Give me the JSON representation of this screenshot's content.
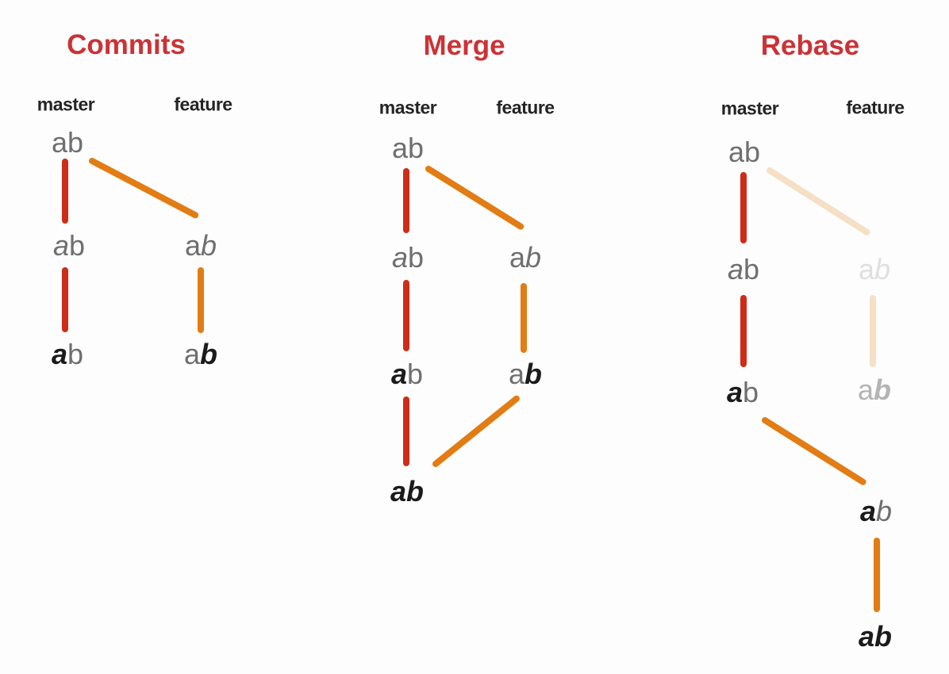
{
  "colors": {
    "title_red": "#cb3236",
    "line_red": "#cf2c18",
    "line_orange": "#e27c13",
    "line_faded": "#f5e0c6",
    "letter_gray": "#6f6f6f",
    "letter_black": "#1b1b1b",
    "faded_light": "#dfdfdf",
    "faded_mid": "#b4b4b4",
    "label_dark": "#242424"
  },
  "sections": [
    {
      "title": "Commits",
      "master_label": "master",
      "feature_label": "feature",
      "nodes": [
        {
          "branch": "master",
          "a": "a",
          "b": "b",
          "style": "a plain gray, b plain gray"
        },
        {
          "branch": "master",
          "a": "a",
          "b": "b",
          "style": "a italic gray, b plain gray"
        },
        {
          "branch": "master",
          "a": "a",
          "b": "b",
          "style": "a bold-italic black, b plain gray"
        },
        {
          "branch": "feature",
          "a": "a",
          "b": "b",
          "style": "a plain gray, b italic gray"
        },
        {
          "branch": "feature",
          "a": "a",
          "b": "b",
          "style": "a plain gray, b bold-italic black"
        }
      ]
    },
    {
      "title": "Merge",
      "master_label": "master",
      "feature_label": "feature",
      "nodes": [
        {
          "branch": "master",
          "a": "a",
          "b": "b",
          "style": "a plain gray, b plain gray"
        },
        {
          "branch": "master",
          "a": "a",
          "b": "b",
          "style": "a italic gray, b plain gray"
        },
        {
          "branch": "master",
          "a": "a",
          "b": "b",
          "style": "a bold-italic black, b plain gray"
        },
        {
          "branch": "master",
          "a": "a",
          "b": "b",
          "style": "a bold-italic black, b bold-italic black (merge commit)"
        },
        {
          "branch": "feature",
          "a": "a",
          "b": "b",
          "style": "a plain gray, b italic gray"
        },
        {
          "branch": "feature",
          "a": "a",
          "b": "b",
          "style": "a plain gray, b bold-italic black"
        }
      ]
    },
    {
      "title": "Rebase",
      "master_label": "master",
      "feature_label": "feature",
      "nodes": [
        {
          "branch": "master",
          "a": "a",
          "b": "b",
          "style": "a plain gray, b plain gray"
        },
        {
          "branch": "master",
          "a": "a",
          "b": "b",
          "style": "a italic gray, b plain gray"
        },
        {
          "branch": "master",
          "a": "a",
          "b": "b",
          "style": "a bold-italic black, b plain gray"
        },
        {
          "branch": "feature-faded",
          "a": "a",
          "b": "b",
          "style": "faded light gray, b italic (pre-rebase)"
        },
        {
          "branch": "feature-faded",
          "a": "a",
          "b": "b",
          "style": "faded mid gray, b bold-italic (pre-rebase)"
        },
        {
          "branch": "feature-rebased",
          "a": "a",
          "b": "b",
          "style": "a bold-italic black, b italic gray"
        },
        {
          "branch": "feature-rebased",
          "a": "a",
          "b": "b",
          "style": "a bold-italic black, b bold-italic black"
        }
      ]
    }
  ]
}
